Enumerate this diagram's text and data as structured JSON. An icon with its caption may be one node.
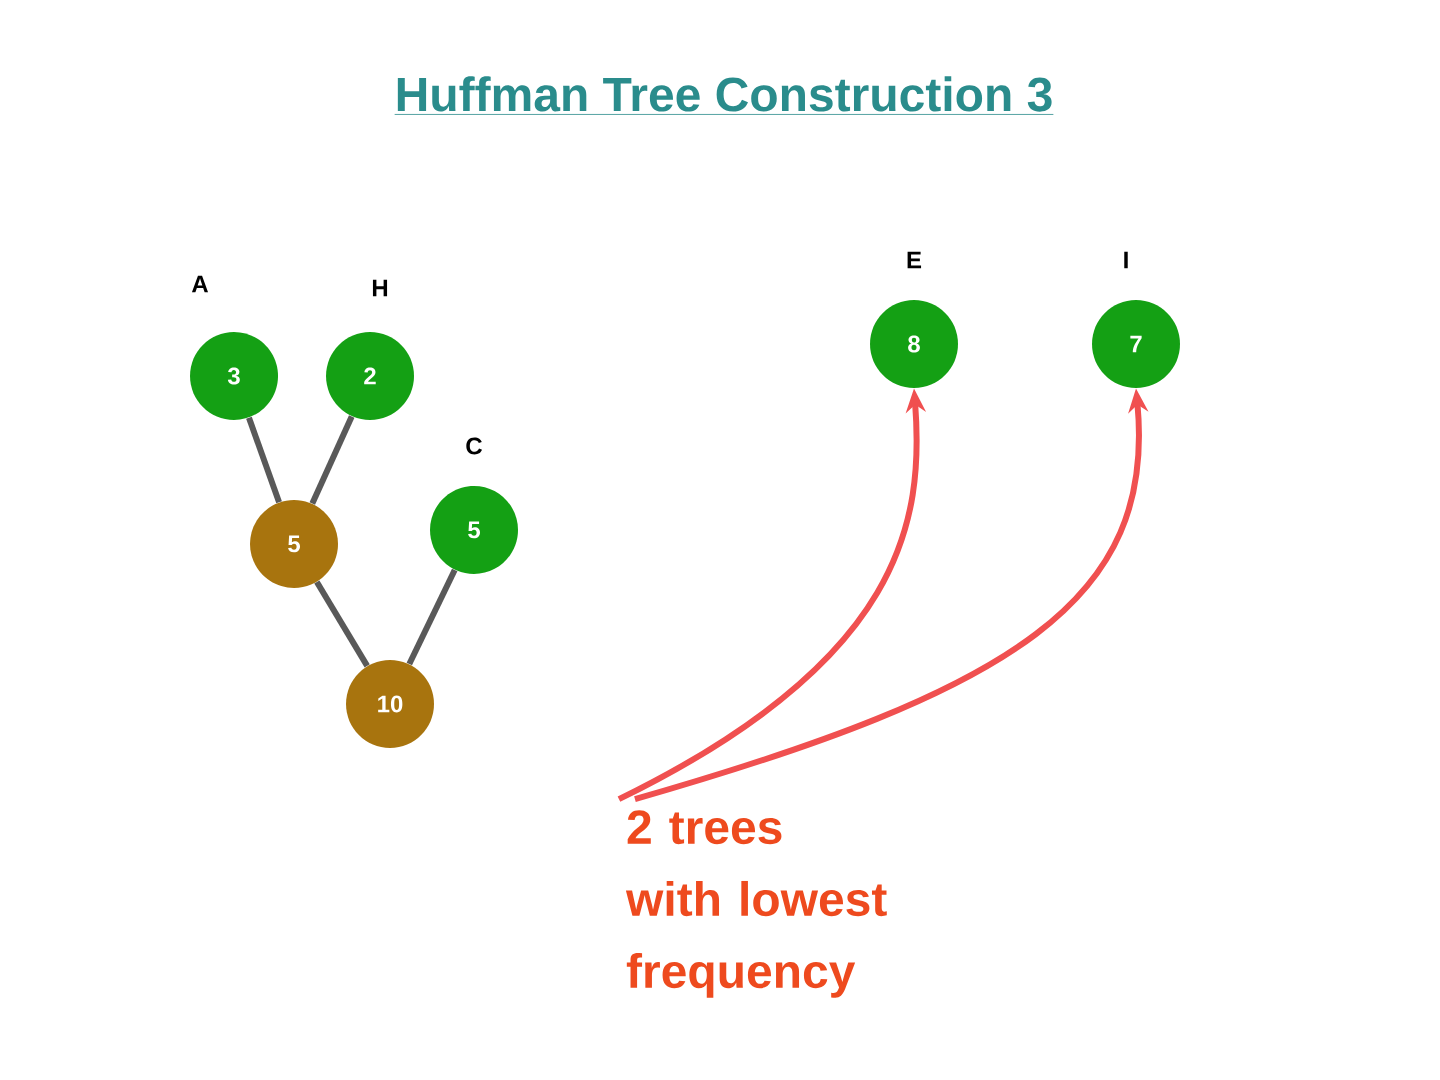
{
  "diagram": {
    "title": "Huffman Tree Construction 3",
    "nodes": [
      {
        "text": [
          "A",
          "3"
        ]
      },
      {
        "text": [
          "H",
          "2"
        ]
      },
      {
        "text": [
          "5"
        ]
      },
      {
        "text": [
          "C",
          "5"
        ]
      },
      {
        "text": [
          "10"
        ]
      },
      {
        "text": [
          "E",
          "8"
        ]
      },
      {
        "text": [
          "I",
          "7"
        ]
      },
      {
        "text": [
          "2 trees with lowest frequency"
        ]
      }
    ],
    "edges": [
      {
        "from": 0,
        "to": 2,
        "arrow": "none"
      },
      {
        "from": 1,
        "to": 2,
        "arrow": "none"
      },
      {
        "from": 2,
        "to": 4,
        "arrow": "none"
      },
      {
        "from": 3,
        "to": 4,
        "arrow": "none"
      },
      {
        "from": 7,
        "to": 5,
        "arrow": "to",
        "color": "#f05050"
      },
      {
        "from": 7,
        "to": 6,
        "arrow": "to",
        "color": "#f05050"
      }
    ]
  }
}
